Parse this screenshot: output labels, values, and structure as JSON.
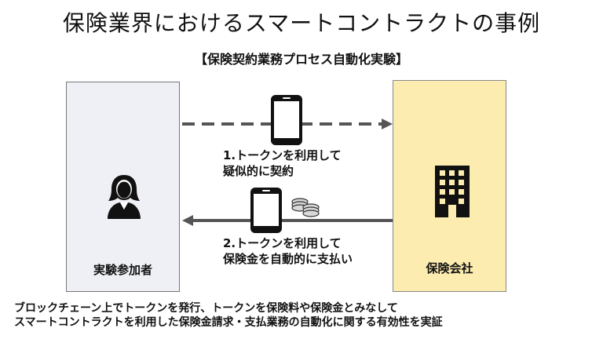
{
  "slide": {
    "title": "保険業界におけるスマートコントラクトの事例",
    "subtitle": "【保険契約業務プロセス自動化実験】"
  },
  "participant": {
    "label": "実験参加者",
    "icon": "woman-user-icon"
  },
  "insurer": {
    "label": "保険会社",
    "icon": "building-icon"
  },
  "steps": [
    {
      "line1": "1.トークンを利用して",
      "line2": "疑似的に契約",
      "icon": "smartphone-icon"
    },
    {
      "line1": "2.トークンを利用して",
      "line2": "保険金を自動的に支払い",
      "icon": "smartphone-icon"
    }
  ],
  "note": {
    "line1": "ブロックチェーン上でトークンを発行、トークンを保険料や保険金とみなして",
    "line2": "スマートコントラクトを利用した保険金請求・支払業務の自動化に関する有効性を実証"
  },
  "colors": {
    "participant_box": "#eef0f5",
    "insurer_box": "#fdecb0",
    "arrow": "#555555"
  }
}
